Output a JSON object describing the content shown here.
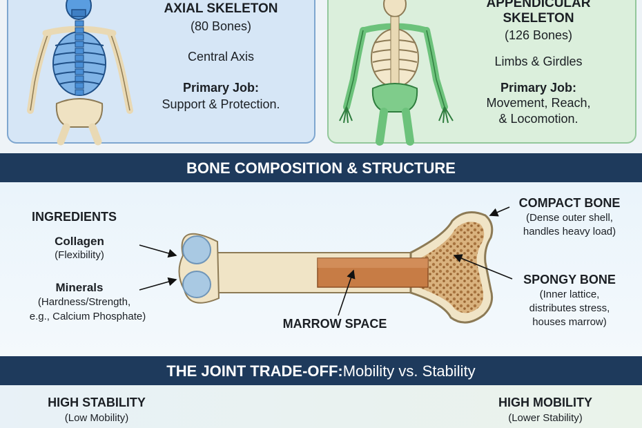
{
  "axial": {
    "title": "AXIAL SKELETON",
    "count": "(80 Bones)",
    "region": "Central Axis",
    "job_label": "Primary Job:",
    "job_text": "Support & Protection.",
    "color": "#4a8fd6"
  },
  "appendicular": {
    "title_line1": "APPENDICULAR",
    "title_line2": "SKELETON",
    "count": "(126 Bones)",
    "region": "Limbs & Girdles",
    "job_label": "Primary Job:",
    "job_line1": "Movement, Reach,",
    "job_line2": "& Locomotion.",
    "color": "#5bb56b"
  },
  "composition": {
    "heading": "BONE COMPOSITION & STRUCTURE",
    "ingredients": {
      "heading": "INGREDIENTS",
      "collagen": "Collagen",
      "collagen_note": "(Flexibility)",
      "minerals": "Minerals",
      "minerals_note1": "(Hardness/Strength,",
      "minerals_note2": "e.g., Calcium Phosphate)"
    },
    "compact": {
      "title": "COMPACT BONE",
      "line1": "(Dense outer shell,",
      "line2": "handles heavy load)"
    },
    "spongy": {
      "title": "SPONGY BONE",
      "line1": "(Inner lattice,",
      "line2": "distributes stress,",
      "line3": "houses marrow)"
    },
    "marrow": "MARROW SPACE"
  },
  "joint": {
    "heading_bold": "THE JOINT TRADE-OFF:",
    "heading_rest": " Mobility vs. Stability",
    "left_title": "HIGH STABILITY",
    "left_note": "(Low Mobility)",
    "right_title": "HIGH MOBILITY",
    "right_note": "(Lower Stability)"
  }
}
